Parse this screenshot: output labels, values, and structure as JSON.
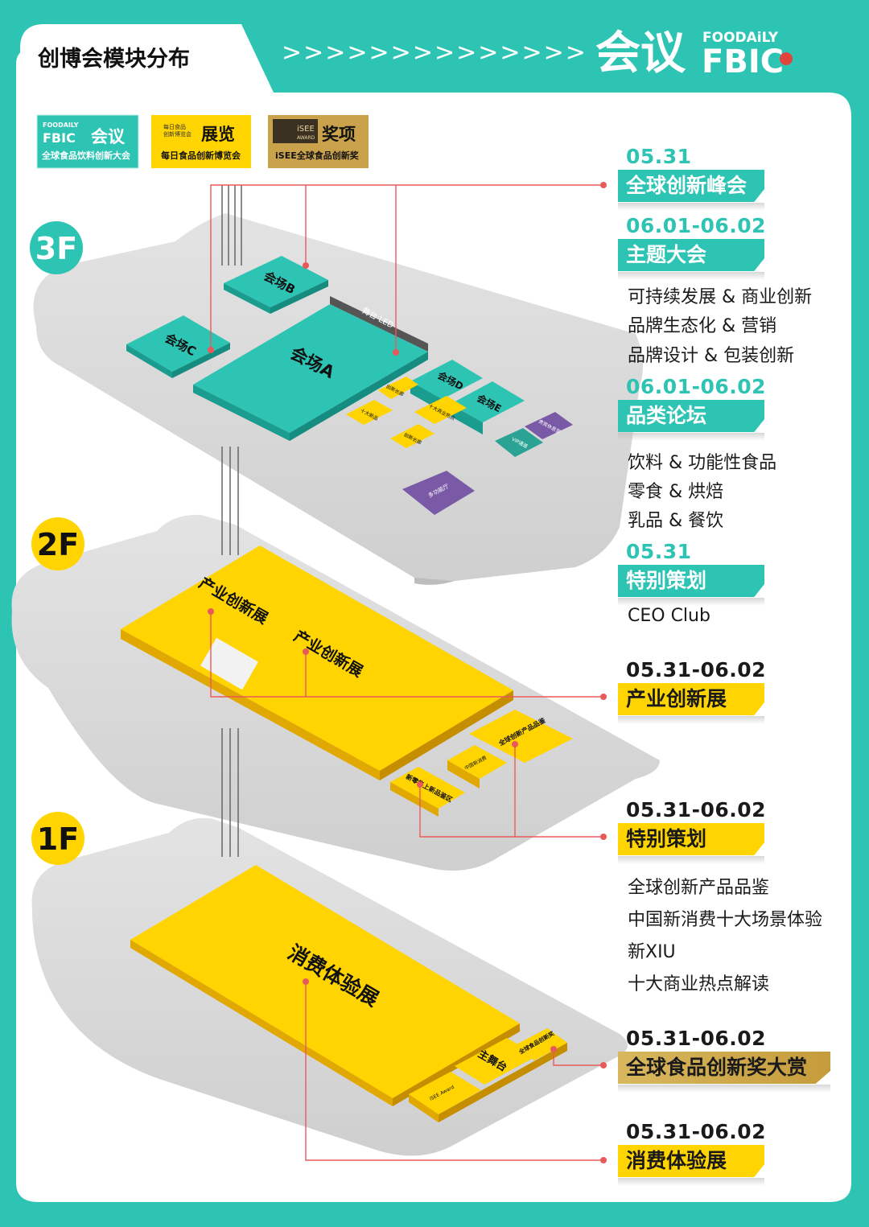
{
  "header": {
    "title": "创博会模块分布",
    "arrows": ">>>>>>>>>>>>>>",
    "brand_big": "会议",
    "brand_small": "FOODAiLY",
    "brand_fbic": "FBIC"
  },
  "module_badges": [
    {
      "big": "会议",
      "top": "FOODAILY",
      "mid": "FBIC",
      "sub": "全球食品饮料创新大会"
    },
    {
      "big": "展览",
      "top": "每日食品",
      "mid": "创新博览会",
      "sub": "每日食品创新博览会"
    },
    {
      "big": "奖项",
      "top": "iSEE",
      "mid": "AWARD",
      "sub": "iSEE全球食品创新奖"
    }
  ],
  "floors": {
    "f3": "3F",
    "f2": "2F",
    "f1": "1F"
  },
  "map_3f": {
    "hall_a": "会场A",
    "hall_b": "会场B",
    "hall_c": "会场C",
    "hall_d": "会场D",
    "hall_e": "会场E",
    "led": "舞台 LED",
    "small_1": "创新长廊",
    "small_2": "十大新品",
    "small_3": "十大商业热点",
    "small_4": "创新长廊",
    "purple_1": "多功能厅",
    "purple_2": "贵宾休息室",
    "teal_small": "VIP通道"
  },
  "map_2f": {
    "expo_1": "产业创新展",
    "expo_2": "产业创新展",
    "booth_1": "全球创新产品品鉴",
    "booth_2": "新零售上新品鉴区",
    "booth_3": "中国新消费"
  },
  "map_1f": {
    "hall": "消费体验展",
    "stage": "主舞台",
    "booth_1": "全球食品创新奖",
    "booth_2": "iSEE Award"
  },
  "schedule": {
    "summit": {
      "date": "05.31",
      "tag": "全球创新峰会"
    },
    "theme": {
      "date": "06.01-06.02",
      "tag": "主题大会",
      "items": [
        "可持续发展 & 商业创新",
        "品牌生态化 & 营销",
        "品牌设计 & 包装创新"
      ]
    },
    "category": {
      "date": "06.01-06.02",
      "tag": "品类论坛",
      "items": [
        "饮料 & 功能性食品",
        "零食 & 烘焙",
        "乳品 & 餐饮"
      ]
    },
    "special_3f": {
      "date": "05.31",
      "tag": "特别策划",
      "items": [
        "CEO Club"
      ]
    },
    "industry": {
      "date": "05.31-06.02",
      "tag": "产业创新展"
    },
    "special_2f": {
      "date": "05.31-06.02",
      "tag": "特别策划",
      "items": [
        "全球创新产品品鉴",
        "中国新消费十大场景体验",
        "新XIU",
        "十大商业热点解读"
      ]
    },
    "award": {
      "date": "05.31-06.02",
      "tag": "全球食品创新奖大赏"
    },
    "consumer": {
      "date": "05.31-06.02",
      "tag": "消费体验展"
    }
  },
  "colors": {
    "teal": "#2ec4b4",
    "yellow": "#ffd400",
    "gold": "#c9a14a",
    "purple": "#7a5aa6",
    "dark": "#1a1a1a",
    "red_line": "#e85a5a"
  }
}
